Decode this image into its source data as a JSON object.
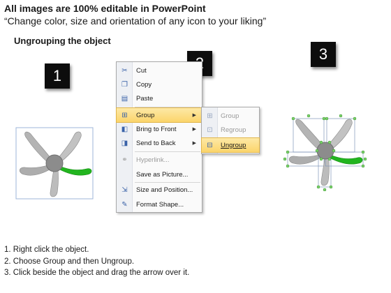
{
  "header": {
    "title": "All images are 100% editable in PowerPoint",
    "subtitle": "“Change color, size and orientation of any icon to your liking”"
  },
  "section_title": "Ungrouping the object",
  "badges": [
    "1",
    "2",
    "3"
  ],
  "colors": {
    "accent_green": "#22b51f",
    "blade_gray": "#b4b4b4",
    "highlight": "#fbd56b"
  },
  "context_menu": {
    "items": [
      {
        "label": "Cut",
        "icon": "scissors-icon"
      },
      {
        "label": "Copy",
        "icon": "copy-icon"
      },
      {
        "label": "Paste",
        "icon": "paste-icon"
      },
      {
        "label": "Group",
        "icon": "group-icon"
      },
      {
        "label": "Bring to Front",
        "icon": "bring-front-icon"
      },
      {
        "label": "Send to Back",
        "icon": "send-back-icon"
      },
      {
        "label": "Hyperlink...",
        "icon": "hyperlink-icon"
      },
      {
        "label": "Save as Picture...",
        "icon": "save-picture-icon"
      },
      {
        "label": "Size and Position...",
        "icon": "size-position-icon"
      },
      {
        "label": "Format Shape...",
        "icon": "format-shape-icon"
      }
    ]
  },
  "group_submenu": {
    "items": [
      {
        "label": "Group",
        "icon": "group-icon"
      },
      {
        "label": "Regroup",
        "icon": "regroup-icon"
      },
      {
        "label": "Ungroup",
        "icon": "ungroup-icon"
      }
    ]
  },
  "steps": [
    "1.  Right click the object.",
    "2.  Choose Group and then Ungroup.",
    "3.  Click beside the object and drag the arrow over it."
  ]
}
